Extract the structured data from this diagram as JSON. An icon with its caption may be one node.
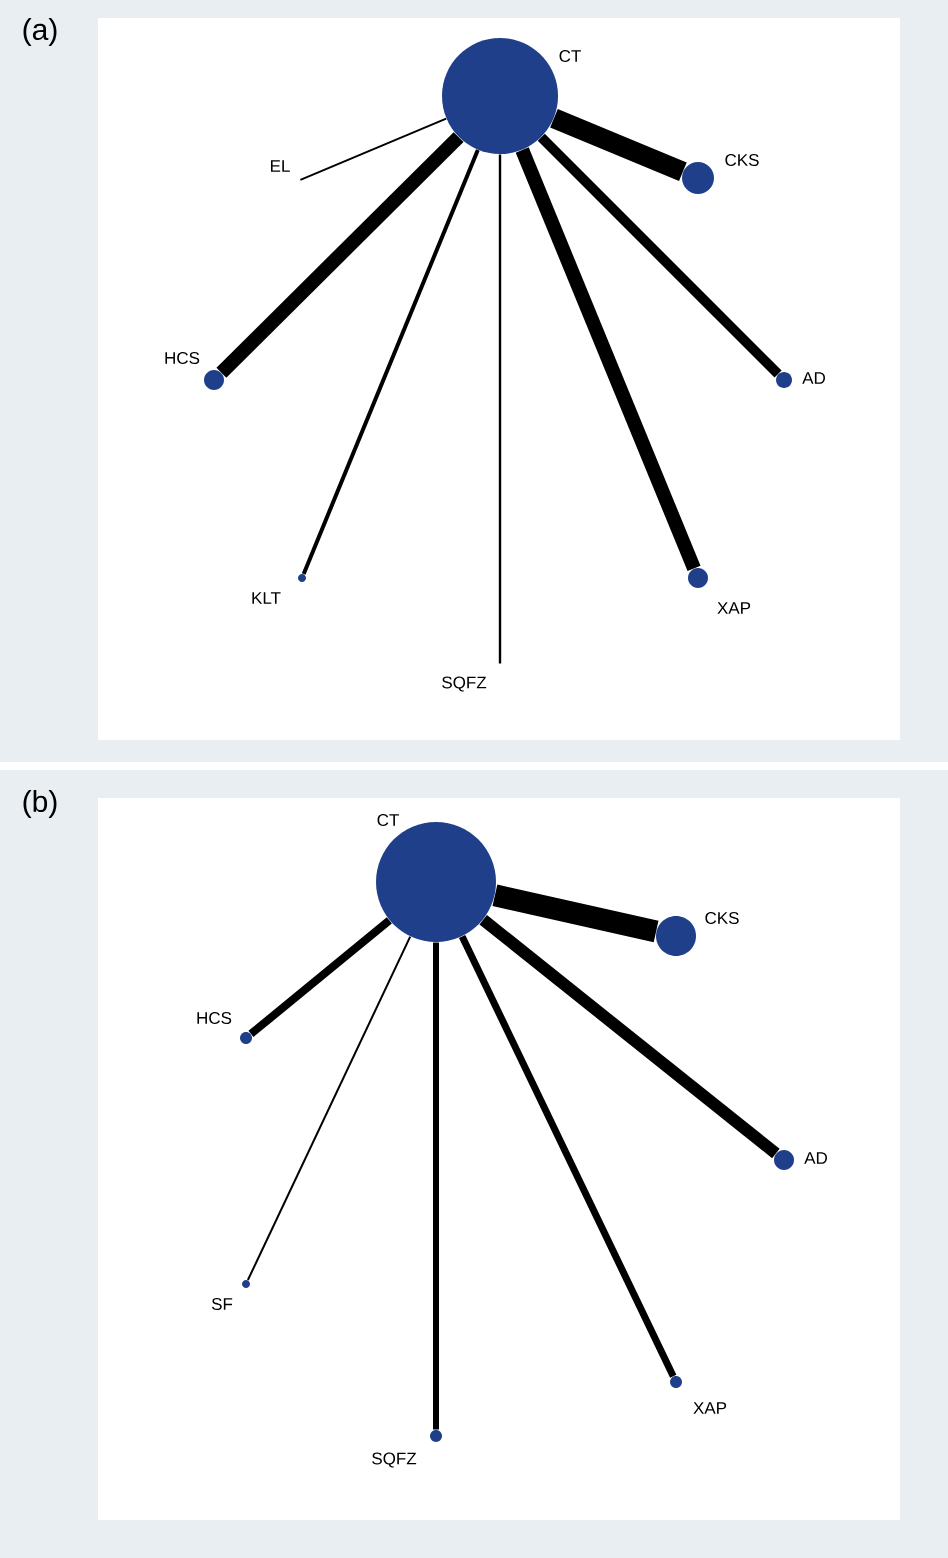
{
  "diagram": {
    "nodes": [
      {
        "text": [
          "(a)"
        ]
      },
      {
        "text": [
          "CT"
        ],
        "in": 0
      },
      {
        "text": [
          "EL"
        ],
        "in": 0
      },
      {
        "text": [
          "CKS"
        ],
        "in": 0
      },
      {
        "text": [
          "HCS"
        ],
        "in": 0
      },
      {
        "text": [
          "AD"
        ],
        "in": 0
      },
      {
        "text": [
          "KLT"
        ],
        "in": 0
      },
      {
        "text": [
          "XAP"
        ],
        "in": 0
      },
      {
        "text": [
          "SQFZ"
        ],
        "in": 0
      },
      {
        "text": [
          "(b)"
        ]
      },
      {
        "text": [
          "CT"
        ],
        "in": 9
      },
      {
        "text": [
          "CKS"
        ],
        "in": 9
      },
      {
        "text": [
          "HCS"
        ],
        "in": 9
      },
      {
        "text": [
          "AD"
        ],
        "in": 9
      },
      {
        "text": [
          "SF"
        ],
        "in": 9
      },
      {
        "text": [
          "XAP"
        ],
        "in": 9
      },
      {
        "text": [
          "SQFZ"
        ],
        "in": 9
      }
    ],
    "edges": [
      {
        "from": 1,
        "to": 2,
        "arrow": "none"
      },
      {
        "from": 1,
        "to": 3,
        "arrow": "none",
        "style": "thick"
      },
      {
        "from": 1,
        "to": 4,
        "arrow": "none"
      },
      {
        "from": 1,
        "to": 5,
        "arrow": "none"
      },
      {
        "from": 1,
        "to": 6,
        "arrow": "none"
      },
      {
        "from": 1,
        "to": 7,
        "arrow": "none"
      },
      {
        "from": 1,
        "to": 8,
        "arrow": "none"
      },
      {
        "from": 10,
        "to": 11,
        "arrow": "none",
        "style": "thick"
      },
      {
        "from": 10,
        "to": 12,
        "arrow": "none"
      },
      {
        "from": 10,
        "to": 13,
        "arrow": "none"
      },
      {
        "from": 10,
        "to": 14,
        "arrow": "none"
      },
      {
        "from": 10,
        "to": 15,
        "arrow": "none"
      },
      {
        "from": 10,
        "to": 16,
        "arrow": "none"
      }
    ]
  }
}
